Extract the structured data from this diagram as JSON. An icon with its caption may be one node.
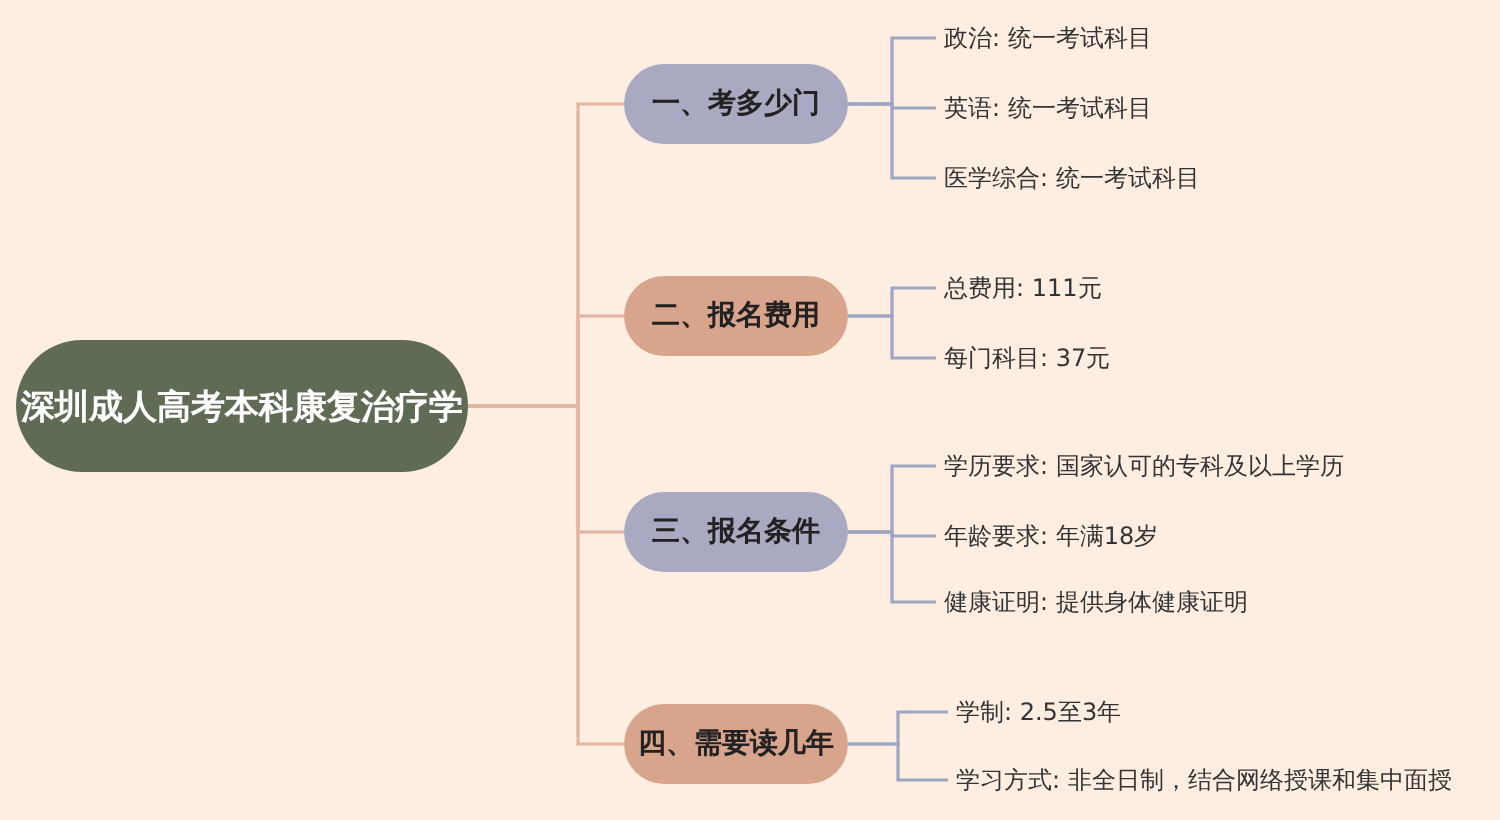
{
  "diagram": {
    "nodes": [
      {
        "text": [
          "深圳成人高考本科康复治疗学"
        ]
      },
      {
        "text": [
          "一、考多少门"
        ]
      },
      {
        "text": [
          "二、报名费用"
        ]
      },
      {
        "text": [
          "三、报名条件"
        ]
      },
      {
        "text": [
          "四、需要读几年"
        ]
      },
      {
        "text": [
          "政治: 统一考试科目"
        ]
      },
      {
        "text": [
          "英语: 统一考试科目"
        ]
      },
      {
        "text": [
          "医学综合: 统一考试科目"
        ]
      },
      {
        "text": [
          "总费用: 111元"
        ]
      },
      {
        "text": [
          "每门科目: 37元"
        ]
      },
      {
        "text": [
          "学历要求: 国家认可的专科及以上学历"
        ]
      },
      {
        "text": [
          "年龄要求: 年满18岁"
        ]
      },
      {
        "text": [
          "健康证明: 提供身体健康证明"
        ]
      },
      {
        "text": [
          "学制: 2.5至3年"
        ]
      },
      {
        "text": [
          "学习方式: 非全日制，结合网络授课和集中面授"
        ]
      }
    ],
    "edges": [
      {
        "from": 0,
        "to": 1,
        "arrow": "none",
        "color": "#e2b4a2"
      },
      {
        "from": 0,
        "to": 2,
        "arrow": "none",
        "color": "#e2b4a2"
      },
      {
        "from": 0,
        "to": 3,
        "arrow": "none",
        "color": "#e2b4a2"
      },
      {
        "from": 0,
        "to": 4,
        "arrow": "none",
        "color": "#e2b4a2"
      },
      {
        "from": 1,
        "to": 5,
        "arrow": "none"
      },
      {
        "from": 1,
        "to": 6,
        "arrow": "none"
      },
      {
        "from": 1,
        "to": 7,
        "arrow": "none"
      },
      {
        "from": 2,
        "to": 8,
        "arrow": "none"
      },
      {
        "from": 2,
        "to": 9,
        "arrow": "none"
      },
      {
        "from": 3,
        "to": 10,
        "arrow": "none"
      },
      {
        "from": 3,
        "to": 11,
        "arrow": "none"
      },
      {
        "from": 3,
        "to": 12,
        "arrow": "none"
      },
      {
        "from": 4,
        "to": 13,
        "arrow": "none"
      },
      {
        "from": 4,
        "to": 14,
        "arrow": "none"
      }
    ]
  }
}
